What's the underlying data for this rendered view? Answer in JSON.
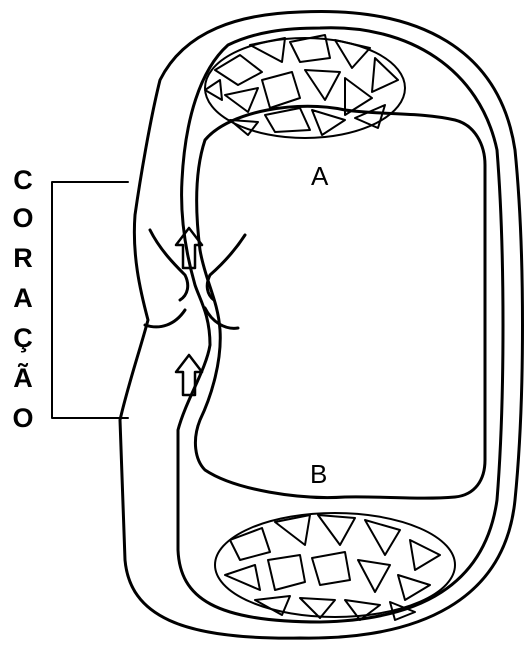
{
  "heart_label_letters": [
    "C",
    "O",
    "R",
    "A",
    "Ç",
    "Ã",
    "O"
  ],
  "labels": {
    "capillary_top": "A",
    "capillary_bottom": "B"
  },
  "colors": {
    "stroke": "#000000",
    "background": "#ffffff"
  },
  "icons": [
    "up-arrow-icon",
    "up-arrow-icon"
  ]
}
